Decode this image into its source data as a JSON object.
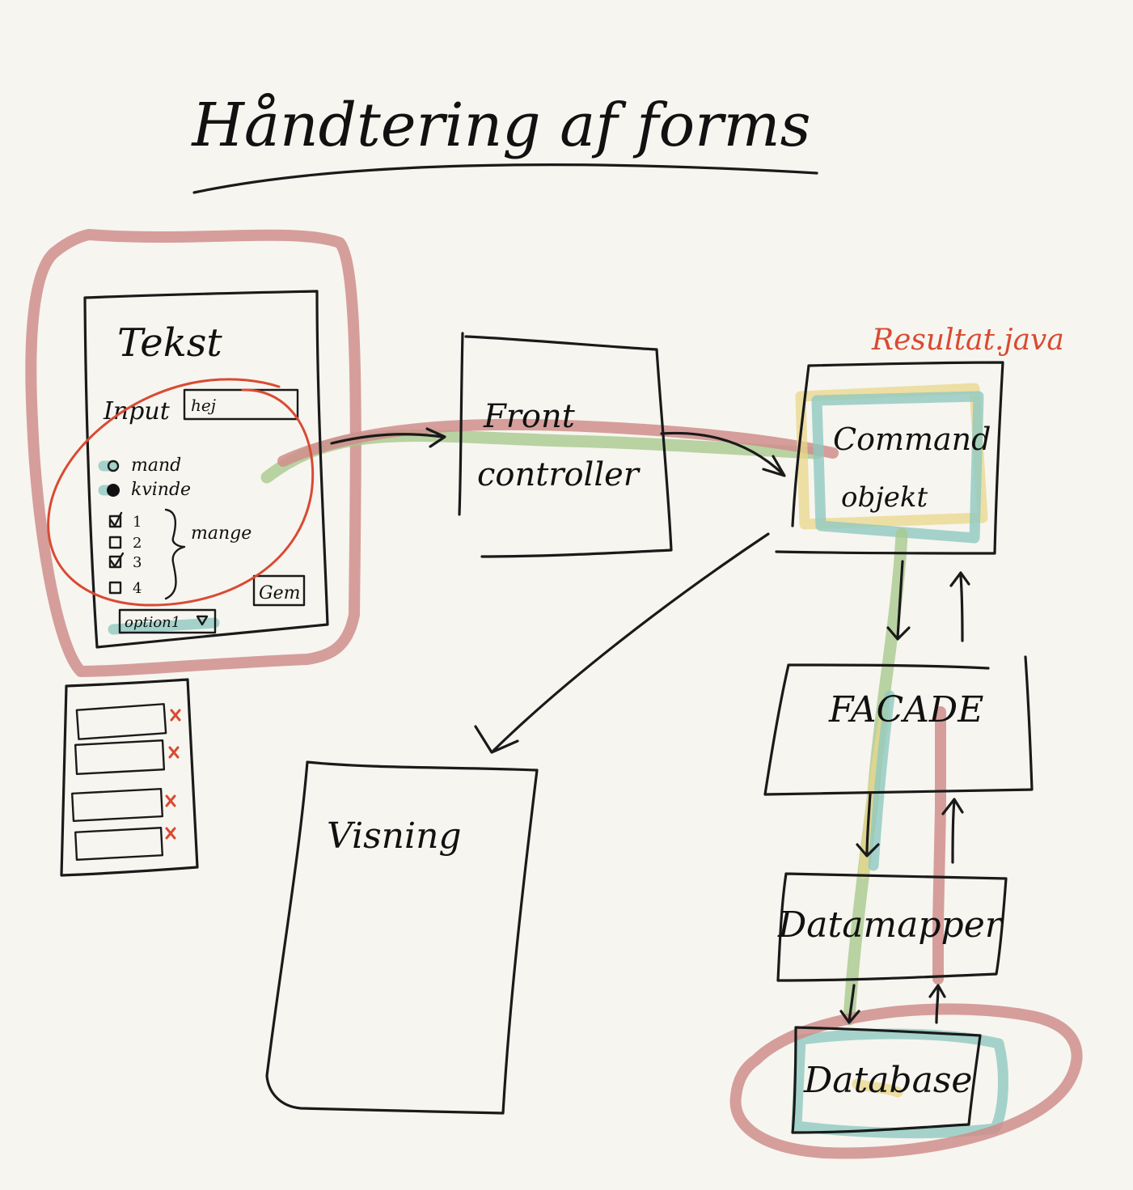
{
  "title": "Håndtering af forms",
  "form_mockup": {
    "heading": "Tekst",
    "input_label": "Input",
    "input_value": "hej",
    "radio_options": [
      "mand",
      "kvinde"
    ],
    "checkbox_options": [
      "1",
      "2",
      "3",
      "4"
    ],
    "checkbox_group_label": "mange",
    "submit_label": "Gem",
    "select_value": "option1"
  },
  "boxes": {
    "front_controller": [
      "Front",
      "controller"
    ],
    "command": [
      "Command",
      "objekt"
    ],
    "command_note": "Resultat.java",
    "facade": "FACADE",
    "datamapper": "Datamapper",
    "database": "Database",
    "visning": "Visning"
  },
  "colors": {
    "ink": "#1a1a1a",
    "highlight_pink": "#cf8e8c",
    "highlight_teal": "#8fc9c0",
    "highlight_yellow": "#ead58a",
    "highlight_green": "#a8c98e",
    "annotation_red": "#d94a33",
    "paper": "#f7f5ef"
  }
}
